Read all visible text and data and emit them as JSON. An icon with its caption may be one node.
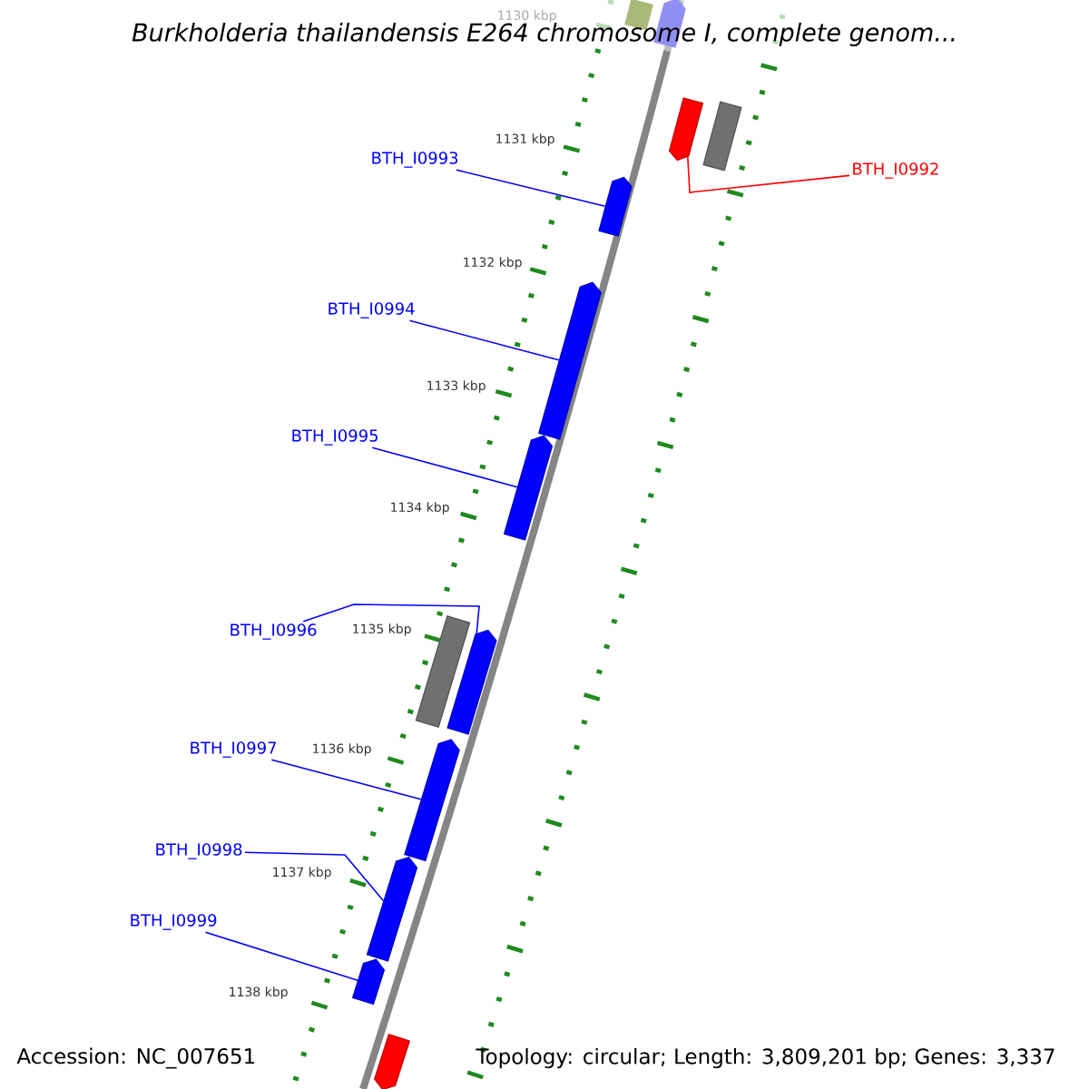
{
  "diagram": {
    "title": "Burkholderia thailandensis E264 chromosome I, complete genom...",
    "nodes": [
      {
        "text": [],
        "shape": "box"
      },
      {
        "text": [],
        "shape": "pentagon"
      },
      {
        "text": [],
        "shape": "pentagon"
      },
      {
        "text": [],
        "shape": "box"
      },
      {
        "text": [
          "BTH_I0992"
        ]
      },
      {
        "text": [
          "BTH_I0993"
        ]
      },
      {
        "text": [],
        "shape": "pentagon"
      },
      {
        "text": [
          "BTH_I0994"
        ]
      },
      {
        "text": [],
        "shape": "pentagon"
      },
      {
        "text": [
          "BTH_I0995"
        ]
      },
      {
        "text": [],
        "shape": "pentagon"
      },
      {
        "text": [
          "BTH_I0996"
        ]
      },
      {
        "text": [],
        "shape": "box"
      },
      {
        "text": [],
        "shape": "pentagon"
      },
      {
        "text": [
          "BTH_I0997"
        ]
      },
      {
        "text": [],
        "shape": "pentagon"
      },
      {
        "text": [
          "BTH_I0998"
        ]
      },
      {
        "text": [],
        "shape": "pentagon"
      },
      {
        "text": [
          "BTH_I0999"
        ]
      },
      {
        "text": [],
        "shape": "pentagon"
      },
      {
        "text": [],
        "shape": "pentagon"
      }
    ],
    "edges": [
      {
        "from": 4,
        "to": 2,
        "arrow": "none",
        "color": "#ff0000"
      },
      {
        "from": 5,
        "to": 6,
        "arrow": "none"
      },
      {
        "from": 7,
        "to": 8,
        "arrow": "none"
      },
      {
        "from": 9,
        "to": 10,
        "arrow": "none"
      },
      {
        "from": 11,
        "to": 13,
        "arrow": "none"
      },
      {
        "from": 14,
        "to": 15,
        "arrow": "none"
      },
      {
        "from": 16,
        "to": 17,
        "arrow": "none"
      },
      {
        "from": 18,
        "to": 19,
        "arrow": "none"
      }
    ],
    "labels": [
      "1130 kbp",
      "1131 kbp",
      "1132 kbp",
      "1133 kbp",
      "1134 kbp",
      "1135 kbp",
      "1136 kbp",
      "1137 kbp",
      "1138 kbp",
      "Accession: NC_007651",
      "Topology: circular; Length: 3,809,201 bp; Genes: 3,337"
    ]
  }
}
